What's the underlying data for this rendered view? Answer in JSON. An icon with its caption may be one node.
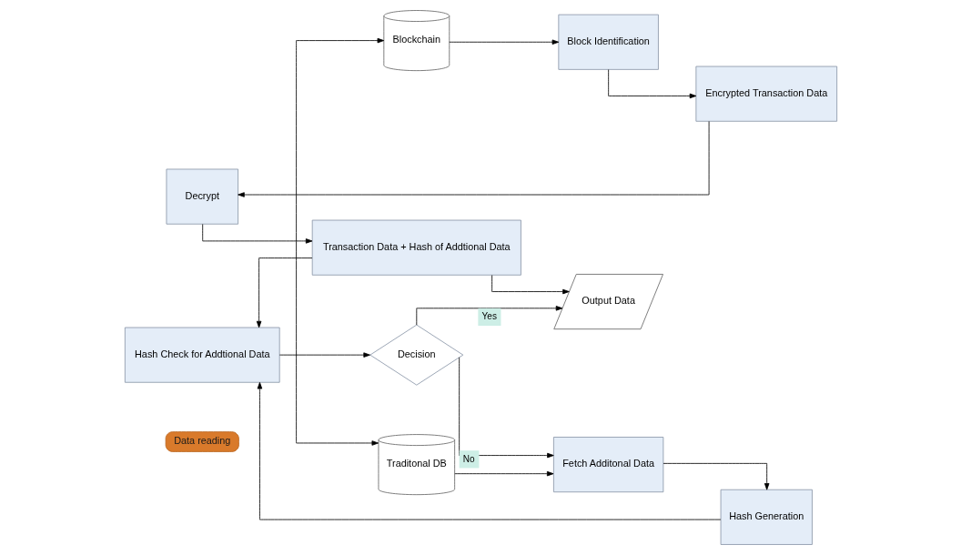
{
  "diagram": {
    "nodes": [
      {
        "text": [
          "Data reading"
        ]
      },
      {
        "text": [
          "Blockchain"
        ]
      },
      {
        "text": [
          "Block Identification"
        ]
      },
      {
        "text": [
          "Encrypted Transaction Data"
        ]
      },
      {
        "text": [
          "Decrypt"
        ]
      },
      {
        "text": [
          "Transaction Data + Hash of Addtional Data"
        ]
      },
      {
        "text": [
          "Hash Check for Addtional Data"
        ]
      },
      {
        "text": [
          "Decision"
        ]
      },
      {
        "text": [
          "Output Data"
        ]
      },
      {
        "text": [
          "Traditonal DB"
        ]
      },
      {
        "text": [
          "Fetch Additonal Data"
        ]
      },
      {
        "text": [
          "Hash Generation"
        ]
      }
    ],
    "edges": [
      {
        "from": 1,
        "to": 2,
        "arrow": "to"
      },
      {
        "from": 2,
        "to": 3,
        "arrow": "to"
      },
      {
        "from": 3,
        "to": 4,
        "arrow": "to"
      },
      {
        "from": 4,
        "to": 5,
        "arrow": "to"
      },
      {
        "from": 5,
        "to": 8,
        "arrow": "to"
      },
      {
        "from": 5,
        "to": 6,
        "arrow": "to"
      },
      {
        "from": 1,
        "to": 9,
        "arrow": "both"
      },
      {
        "from": 9,
        "to": 10,
        "arrow": "to"
      },
      {
        "from": 10,
        "to": 11,
        "arrow": "to"
      },
      {
        "from": 11,
        "to": 6,
        "arrow": "to"
      },
      {
        "from": 6,
        "to": 7,
        "arrow": "to"
      },
      {
        "from": 7,
        "to": 8,
        "arrow": "to",
        "label": "Yes"
      },
      {
        "from": 7,
        "to": 10,
        "arrow": "to",
        "label": "No"
      }
    ]
  }
}
